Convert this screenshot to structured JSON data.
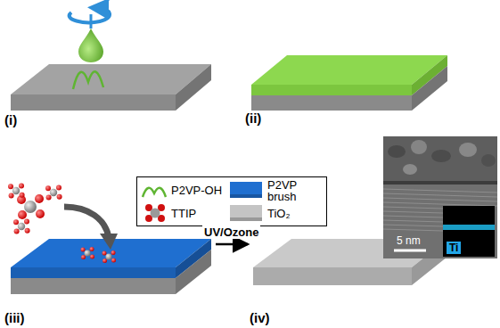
{
  "diagram": {
    "nodes": [
      {
        "text": [
          "(i)"
        ]
      },
      {
        "text": [
          "(ii)"
        ]
      },
      {
        "text": [
          "(iii)"
        ]
      },
      {
        "text": [
          "(iv)"
        ]
      }
    ],
    "edges": [
      {
        "from": 2,
        "to": 3,
        "arrow": "to",
        "label": "UV/Ozone"
      }
    ],
    "labels": [
      "5 nm",
      "Ti"
    ],
    "legend": [
      {
        "text": "P2VP-OH"
      },
      {
        "text": "P2VP brush",
        "color": "#1f6fd0"
      },
      {
        "text": "TTIP"
      },
      {
        "text": "TiO₂",
        "color": "#c4c4c4"
      }
    ]
  }
}
